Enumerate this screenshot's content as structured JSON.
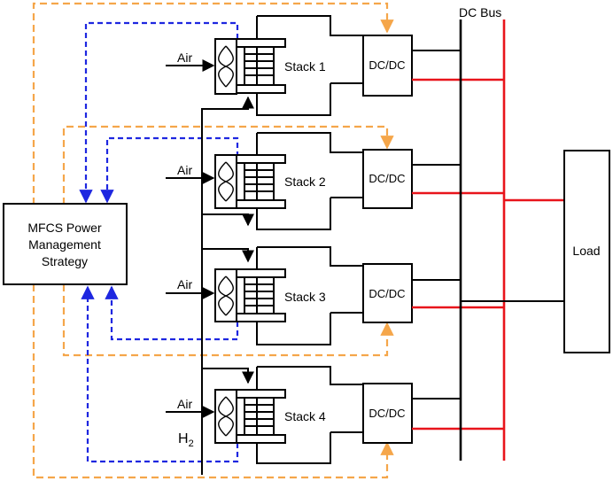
{
  "diagram": {
    "bus_label": "DC Bus",
    "strategy_label_lines": [
      "MFCS Power",
      "Management",
      "Strategy"
    ],
    "load_label": "Load",
    "h2_label": "H",
    "h2_sub": "2",
    "stacks": [
      {
        "name": "Stack 1",
        "air": "Air",
        "converter": "DC/DC"
      },
      {
        "name": "Stack 2",
        "air": "Air",
        "converter": "DC/DC"
      },
      {
        "name": "Stack 3",
        "air": "Air",
        "converter": "DC/DC"
      },
      {
        "name": "Stack 4",
        "air": "Air",
        "converter": "DC/DC"
      }
    ],
    "colors": {
      "wire": "#000000",
      "bus_positive": "#e8141b",
      "control_blue": "#1e27e0",
      "control_orange": "#f5a64a"
    }
  }
}
